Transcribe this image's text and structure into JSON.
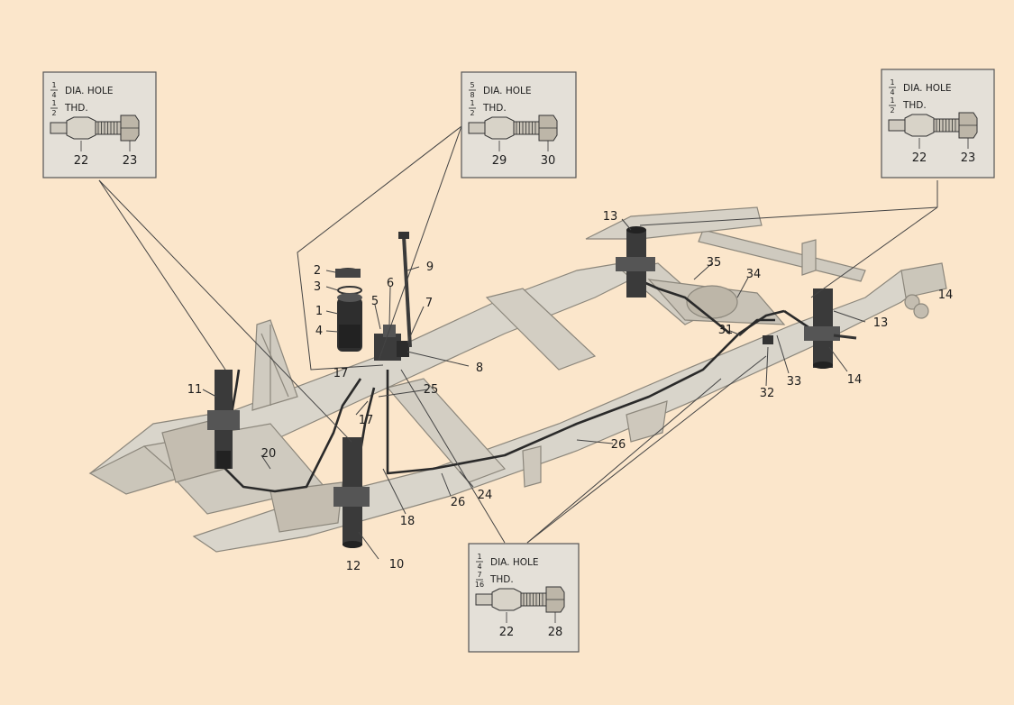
{
  "diagram": {
    "insets": [
      {
        "id": "inset-left",
        "hole_num": "1",
        "hole_den": "4",
        "hole_text": "DIA. HOLE",
        "thd_num": "1",
        "thd_den": "2",
        "thd_text": "THD.",
        "left_part": "22",
        "right_part": "23"
      },
      {
        "id": "inset-center",
        "hole_num": "5",
        "hole_den": "8",
        "hole_text": "DIA. HOLE",
        "thd_num": "1",
        "thd_den": "2",
        "thd_text": "THD.",
        "left_part": "29",
        "right_part": "30"
      },
      {
        "id": "inset-right",
        "hole_num": "1",
        "hole_den": "4",
        "hole_text": "DIA. HOLE",
        "thd_num": "1",
        "thd_den": "2",
        "thd_text": "THD.",
        "left_part": "22",
        "right_part": "23"
      },
      {
        "id": "inset-bottom",
        "hole_num": "1",
        "hole_den": "4",
        "hole_text": "DIA. HOLE",
        "thd_num": "7",
        "thd_den": "16",
        "thd_text": "THD.",
        "left_part": "22",
        "right_part": "28"
      }
    ],
    "callouts": [
      "1",
      "2",
      "3",
      "4",
      "5",
      "6",
      "7",
      "8",
      "9",
      "10",
      "11",
      "12",
      "13",
      "13",
      "14",
      "14",
      "17",
      "17",
      "18",
      "20",
      "24",
      "25",
      "26",
      "26",
      "31",
      "32",
      "33",
      "34",
      "35"
    ]
  }
}
